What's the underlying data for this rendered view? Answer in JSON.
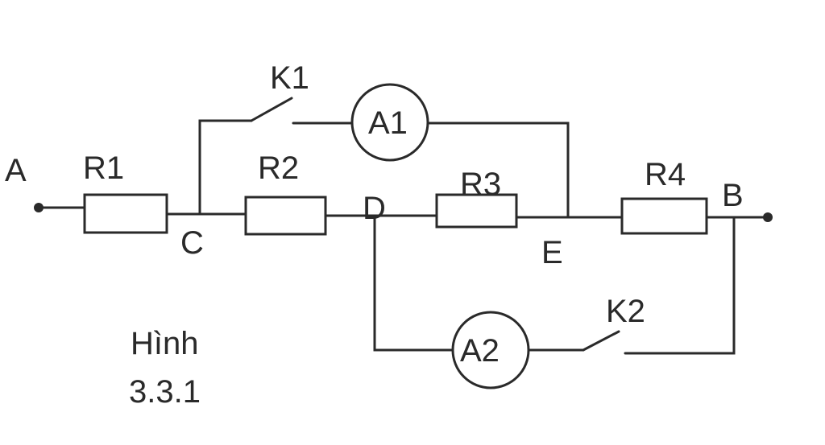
{
  "diagram": {
    "nodes": {
      "a": "A",
      "b": "B",
      "c": "C",
      "d": "D",
      "e": "E"
    },
    "resistors": {
      "r1": "R1",
      "r2": "R2",
      "r3": "R3",
      "r4": "R4"
    },
    "ammeters": {
      "a1": "A1",
      "a2": "A2"
    },
    "switches": {
      "k1": "K1",
      "k2": "K2"
    },
    "caption": {
      "line1": "Hình",
      "line2": "3.3.1"
    },
    "colors": {
      "ink": "#2a2a2a",
      "background": "#ffffff"
    }
  }
}
